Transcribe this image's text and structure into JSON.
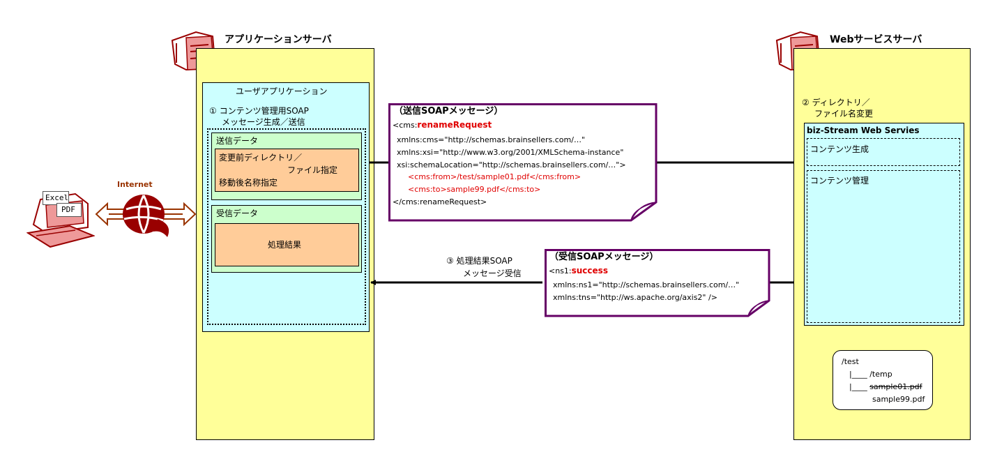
{
  "app_server": {
    "title": "アプリケーションサーバ",
    "user_app_title": "ユーザアプリケーション",
    "step1_line1": "① コンテンツ管理用SOAP",
    "step1_line2": "メッセージ生成／送信",
    "send_data_label": "送信データ",
    "send_item_line1": "変更前ディレクトリ／",
    "send_item_line2": "ファイル指定",
    "send_item_line3": "移動後名称指定",
    "recv_data_label": "受信データ",
    "recv_item": "処理結果"
  },
  "client": {
    "internet_label": "Internet",
    "excel_label": "Excel",
    "pdf_label": "PDF"
  },
  "send_message": {
    "header": "（送信SOAPメッセージ）",
    "l1_prefix": "<cms:",
    "l1_method": "renameRequest",
    "l2": "xmlns:cms=\"http://schemas.brainsellers.com/…\"",
    "l3": "xmlns:xsi=\"http://www.w3.org/2001/XMLSchema-instance\"",
    "l4": "xsi:schemaLocation=\"http://schemas.brainsellers.com/…\">",
    "l5": "<cms:from>/test/sample01.pdf</cms:from>",
    "l6": "<cms:to>sample99.pdf</cms:to>",
    "l7": "</cms:renameRequest>"
  },
  "recv_message": {
    "header": "（受信SOAPメッセージ）",
    "l1_prefix": "<ns1:",
    "l1_method": "success",
    "l2": "xmlns:ns1=\"http://schemas.brainsellers.com/…\"",
    "l3": "xmlns:tns=\"http://ws.apache.org/axis2\" />"
  },
  "step3": {
    "line1": "③ 処理結果SOAP",
    "line2": "メッセージ受信"
  },
  "ws_server": {
    "title": "Webサービスサーバ",
    "step2_line1": "② ディレクトリ／",
    "step2_line2": "ファイル名変更",
    "biz_title": "biz-Stream Web Servies",
    "content_gen": "コンテンツ生成",
    "content_mgmt": "コンテンツ管理"
  },
  "file_tree": {
    "root": "/test",
    "temp": "|____ /temp",
    "branch": "|____ ",
    "old_file": "sample01.pdf",
    "new_file": "sample99.pdf"
  },
  "colors": {
    "server_bg": "#ffff99",
    "app_bg": "#ccffff",
    "data_bg": "#ccffcc",
    "item_bg": "#ffcc99",
    "message_border": "#660066",
    "highlight_red": "#e00000"
  }
}
